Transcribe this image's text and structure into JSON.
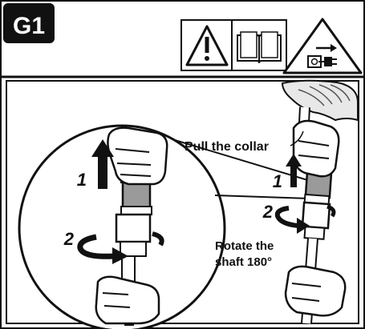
{
  "header": {
    "step_badge": "G1"
  },
  "icons": [
    {
      "name": "warning-triangle-icon"
    },
    {
      "name": "read-manual-icon"
    },
    {
      "name": "unplug-power-icon"
    }
  ],
  "labels": {
    "pull_collar": "Pull the collar",
    "rotate_line1": "Rotate the",
    "rotate_line2": "shaft 180°"
  },
  "steps": {
    "step1_left": "1",
    "step2_left": "2",
    "step1_right": "1",
    "step2_right": "2"
  },
  "colors": {
    "ink": "#111111",
    "collar_gray": "#9a9a9a",
    "frame_gray": "#cfcfcf"
  }
}
